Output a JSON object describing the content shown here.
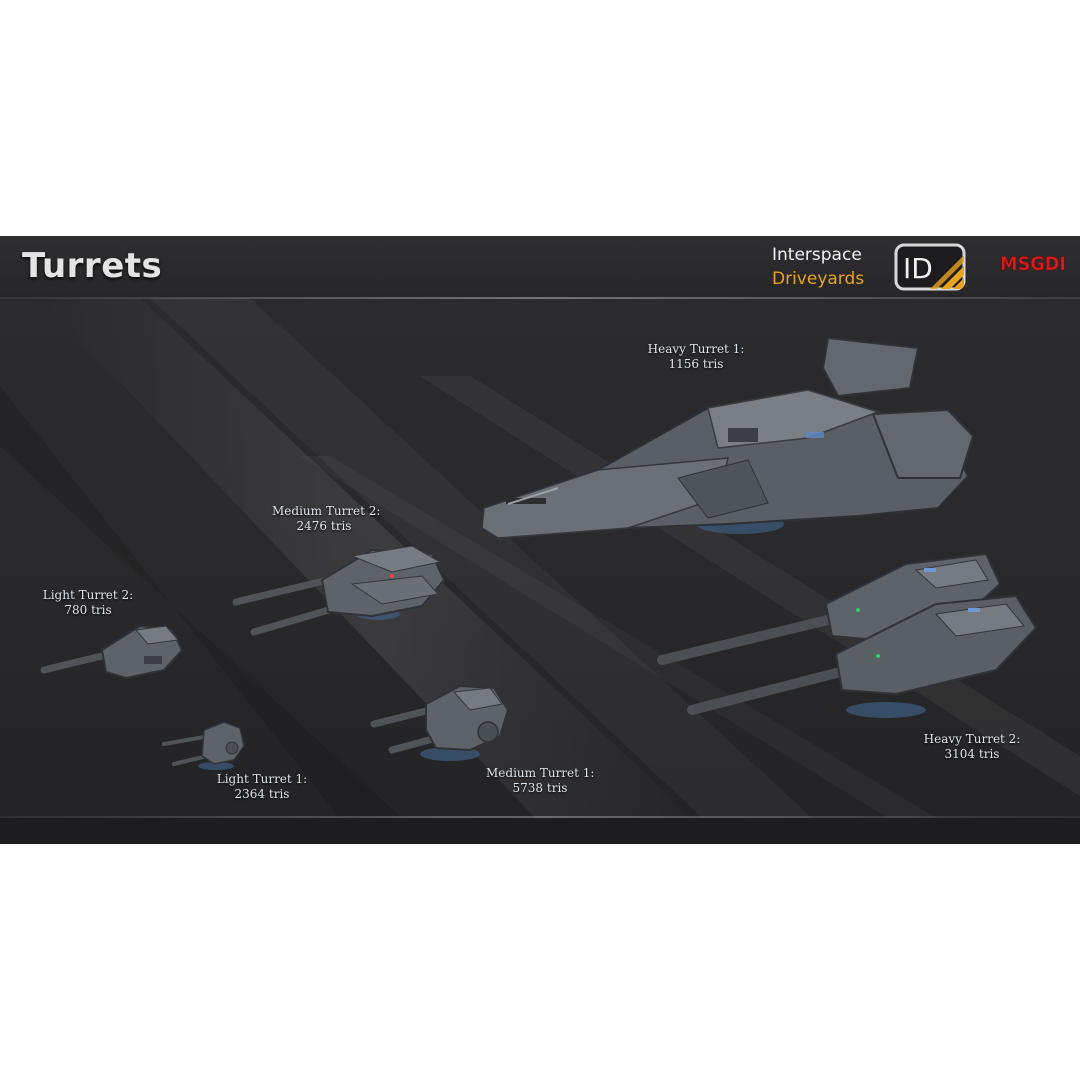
{
  "header": {
    "title": "Turrets",
    "brand_line1": "Interspace",
    "brand_line2": "Driveyards",
    "brand_mark": "ID",
    "logo_text": "MSGDI"
  },
  "turrets": [
    {
      "name": "Heavy Turret 1:",
      "tris": "1156 tris"
    },
    {
      "name": "Medium Turret 2:",
      "tris": "2476 tris"
    },
    {
      "name": "Light Turret 2:",
      "tris": "780 tris"
    },
    {
      "name": "Heavy Turret 2:",
      "tris": "3104 tris"
    },
    {
      "name": "Light Turret 1:",
      "tris": "2364 tris"
    },
    {
      "name": "Medium Turret 1:",
      "tris": "5738 tris"
    }
  ],
  "colors": {
    "background": "#2a2a2c",
    "brand_accent": "#e8a21c",
    "logo_red": "#d21e1e",
    "turret_hull": "#5b6066"
  }
}
